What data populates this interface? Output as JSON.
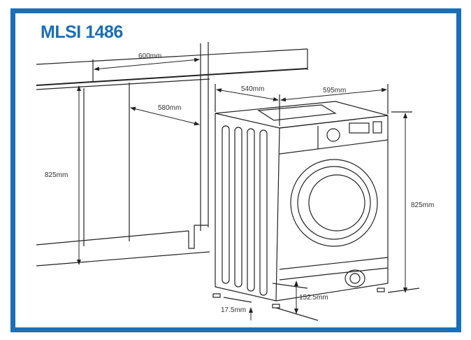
{
  "title": "MLSI 1486",
  "dimensions": {
    "niche_width": "600mm",
    "niche_depth": "580mm",
    "niche_height": "825mm",
    "machine_depth": "540mm",
    "machine_width": "595mm",
    "machine_height": "825mm",
    "plinth_height": "152.5mm",
    "foot_adjust": "17.5mm"
  },
  "colors": {
    "accent": "#1a6fb5"
  }
}
